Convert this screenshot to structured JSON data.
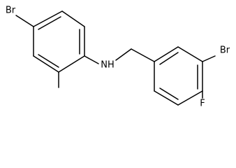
{
  "atoms": {
    "br_left": "Br",
    "nh": "NH",
    "br_right": "Br",
    "f": "F"
  },
  "colors": {
    "bond": "#000000",
    "label": "#000000",
    "background": "#ffffff"
  }
}
